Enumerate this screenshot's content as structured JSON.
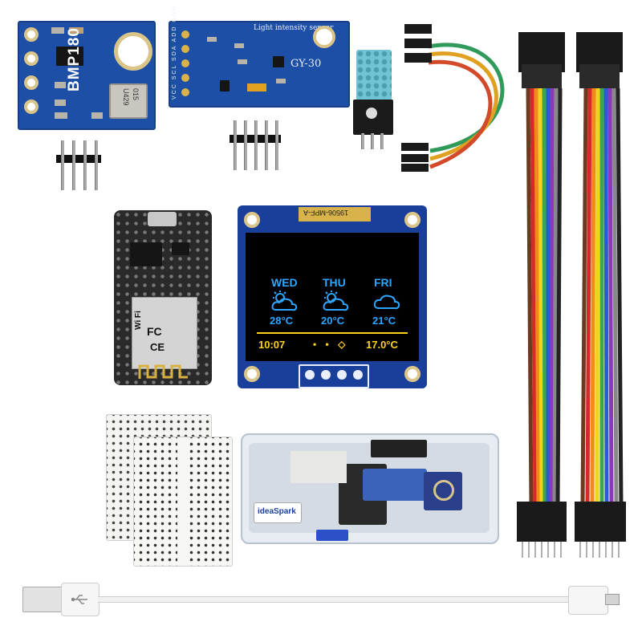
{
  "bmp180": {
    "label": "BMP180",
    "chip_line1": "U429",
    "chip_line2": "015"
  },
  "gy30": {
    "title": "Light intensity sensor",
    "model": "GY-30",
    "pins": "VCC SCL SDA ADD GND"
  },
  "nodemcu": {
    "wifi": "Wi Fi",
    "fc": "FC",
    "ce": "CE"
  },
  "oled": {
    "flex_code": "19506-MPF-A",
    "days": [
      {
        "name": "WED",
        "temp": "28°C"
      },
      {
        "name": "THU",
        "temp": "20°C"
      },
      {
        "name": "FRI",
        "temp": "21°C"
      }
    ],
    "time": "10:07",
    "status_dots": "• • ◇",
    "current_temp": "17.0°C"
  },
  "box": {
    "brand": "ideaSpark"
  },
  "colors": {
    "pcb_blue": "#1c4fa5",
    "oled_blue": "#2ea6ff",
    "oled_yellow": "#ffd21a"
  }
}
